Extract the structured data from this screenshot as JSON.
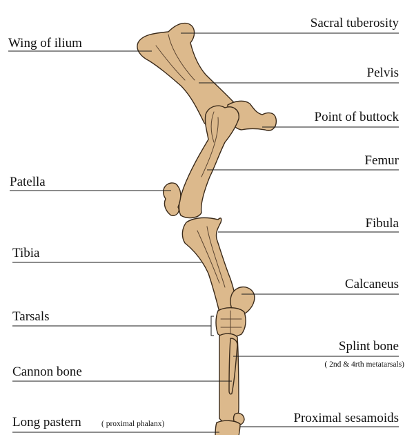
{
  "colors": {
    "bone_fill": "#dcb98c",
    "bone_outline": "#3a2a1a",
    "text": "#111111",
    "background": "#ffffff"
  },
  "labels": {
    "sacral_tuberosity": "Sacral tuberosity",
    "wing_of_ilium": "Wing of ilium",
    "pelvis": "Pelvis",
    "point_of_buttock": "Point of buttock",
    "femur": "Femur",
    "patella": "Patella",
    "fibula": "Fibula",
    "tibia": "Tibia",
    "calcaneus": "Calcaneus",
    "tarsals": "Tarsals",
    "splint_bone": "Splint bone",
    "splint_bone_note": "( 2nd & 4rth metatarsals)",
    "cannon_bone": "Cannon bone",
    "long_pastern": "Long pastern",
    "long_pastern_note": "( proximal phalanx)",
    "proximal_sesamoids": "Proximal sesamoids"
  }
}
